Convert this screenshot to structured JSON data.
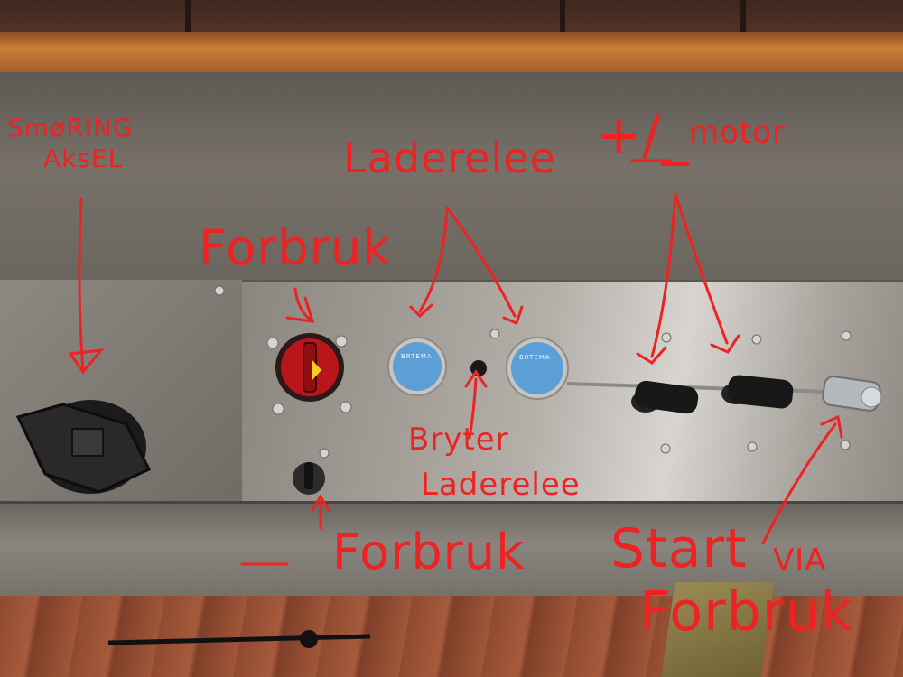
{
  "photo": {
    "description_colors": {
      "wood_top": "#4a2e22",
      "wood_rail": "#b8722e",
      "steel_back": "#6e6962",
      "steel_panel": "#9c9791",
      "annotation_red": "#ee2222",
      "gauge_blue": "#5c9fd6",
      "deck_wood": "#a0563a"
    },
    "annotations": {
      "smoring": "SmøRING",
      "aksel": "AksEL",
      "laderelee_top": "Laderelee",
      "plus_minus": "+/_",
      "motor": "motor",
      "forbruk_top": "Forbruk",
      "bryter": "Bryter",
      "laderelee_bottom": "Laderelee",
      "minus": "_",
      "forbruk_bottom": "Forbruk",
      "start": "Start",
      "via": "VIA",
      "forbruk_right": "Forbruk"
    },
    "gauges": {
      "brand": "BRTEMA"
    }
  }
}
